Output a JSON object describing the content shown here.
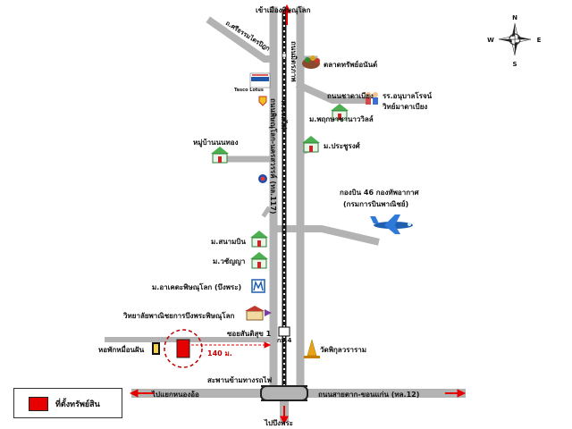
{
  "roads": {
    "to_phitsanulok": "เข้าเมืองพิษณุโลก",
    "srithammatraipidok": "ถ.ศรีธรรมไตรปิฎก",
    "mittraphap": "ถนนมิตรภาพ",
    "chan_kasem_east": "ถนนชาดาเบียง",
    "highway_main": "ถนนพิษณุโลก-นครสวรรค์ (ทล.117)",
    "railway": "ทางรถไฟ",
    "soi_santisuk": "ซอยสันติสุข 1",
    "km": "กม.4",
    "to_bueng_phra": "ไปบึงพระ",
    "to_nong_o": "ไปแยกหนองอ้อ",
    "sathorn_road": "ถนนสายตาก-ขอนแก่น (ทล.12)",
    "overpass": "สะพานข้ามทางรถไฟ",
    "distance": "140 ม."
  },
  "places": {
    "market": "ตลาดทรัพย์อนันต์",
    "school1": "รร.อนุบาลโรจน์",
    "school2": "วิทย์มาดาเบียง",
    "village_phrukpiman": "ม.พฤกษาชานาววิลล์",
    "village_nanthong": "หมู่บ้านนนทอง",
    "village_prachurong": "ม.ประชูรงศ์",
    "airbase1": "กองบิน 46 กองทัพอากาศ",
    "airbase2": "(กรมการบินพาณิชย์)",
    "village_sanambin": "ม.สนามบิน",
    "village_watchanya": "ม.วชัญญา",
    "village_arkad": "ม.อาเคดะพิษณุโลก (บึงพระ)",
    "college": "วิทยาลัยพาณิชยการบึงพระพิษณุโลก",
    "temple": "วัดพิกุลวราราม",
    "dorm": "หอพักหมื่อนฝัน",
    "tesco": "Tesco Lotus"
  },
  "compass": {
    "n": "N",
    "s": "S",
    "e": "E",
    "w": "W"
  },
  "legend": {
    "label": "ที่ตั้งทรัพย์สิน"
  },
  "colors": {
    "road": "#b3b3b3",
    "rail": "#1a1a1a",
    "property": "#e60000",
    "arrow": "#e60000",
    "water": "#5bb0e6"
  }
}
